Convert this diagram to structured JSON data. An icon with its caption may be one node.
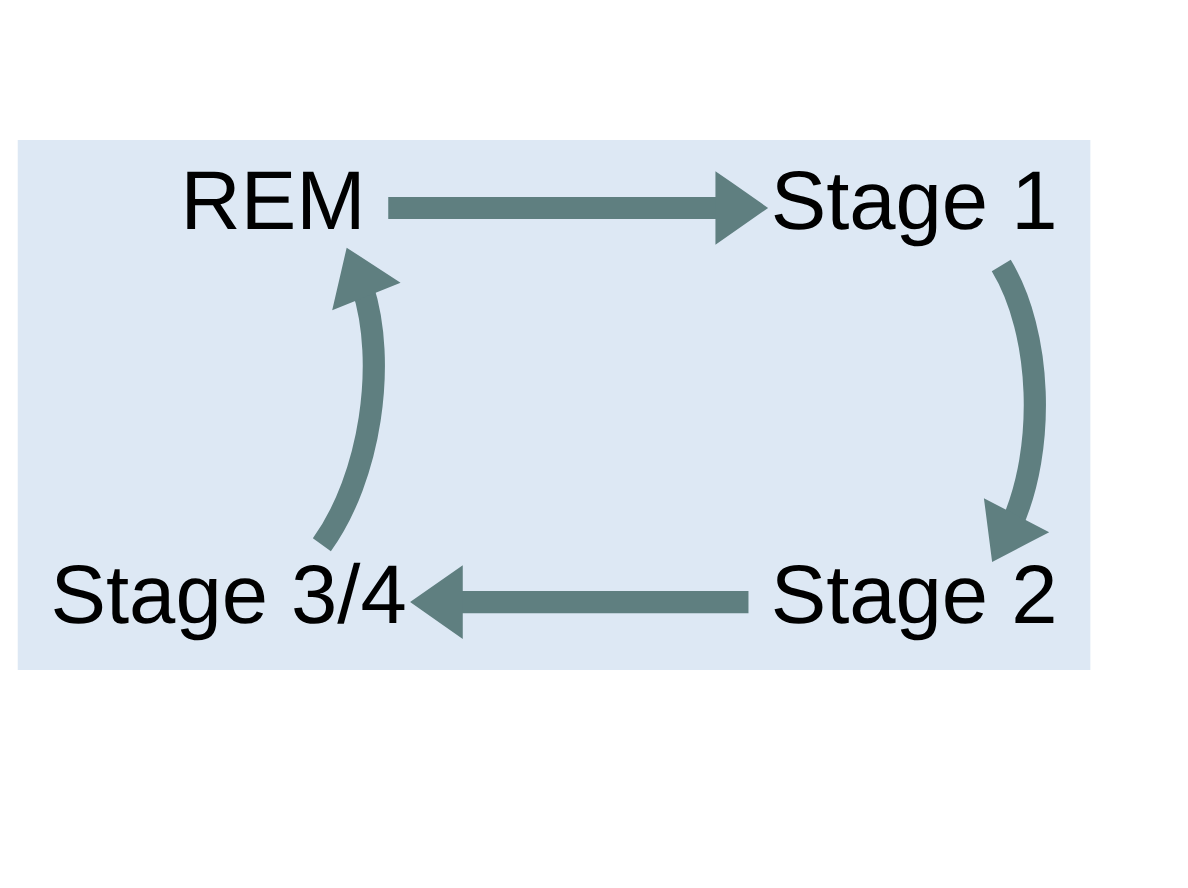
{
  "diagram": {
    "nodes": [
      {
        "text": [
          "REM"
        ]
      },
      {
        "text": [
          "Stage 1"
        ]
      },
      {
        "text": [
          "Stage 2"
        ]
      },
      {
        "text": [
          "Stage 3/4"
        ]
      }
    ],
    "edges": [
      {
        "from": 0,
        "to": 1,
        "arrow": "to"
      },
      {
        "from": 1,
        "to": 2,
        "arrow": "to"
      },
      {
        "from": 2,
        "to": 3,
        "arrow": "to"
      },
      {
        "from": 3,
        "to": 0,
        "arrow": "to"
      }
    ]
  }
}
